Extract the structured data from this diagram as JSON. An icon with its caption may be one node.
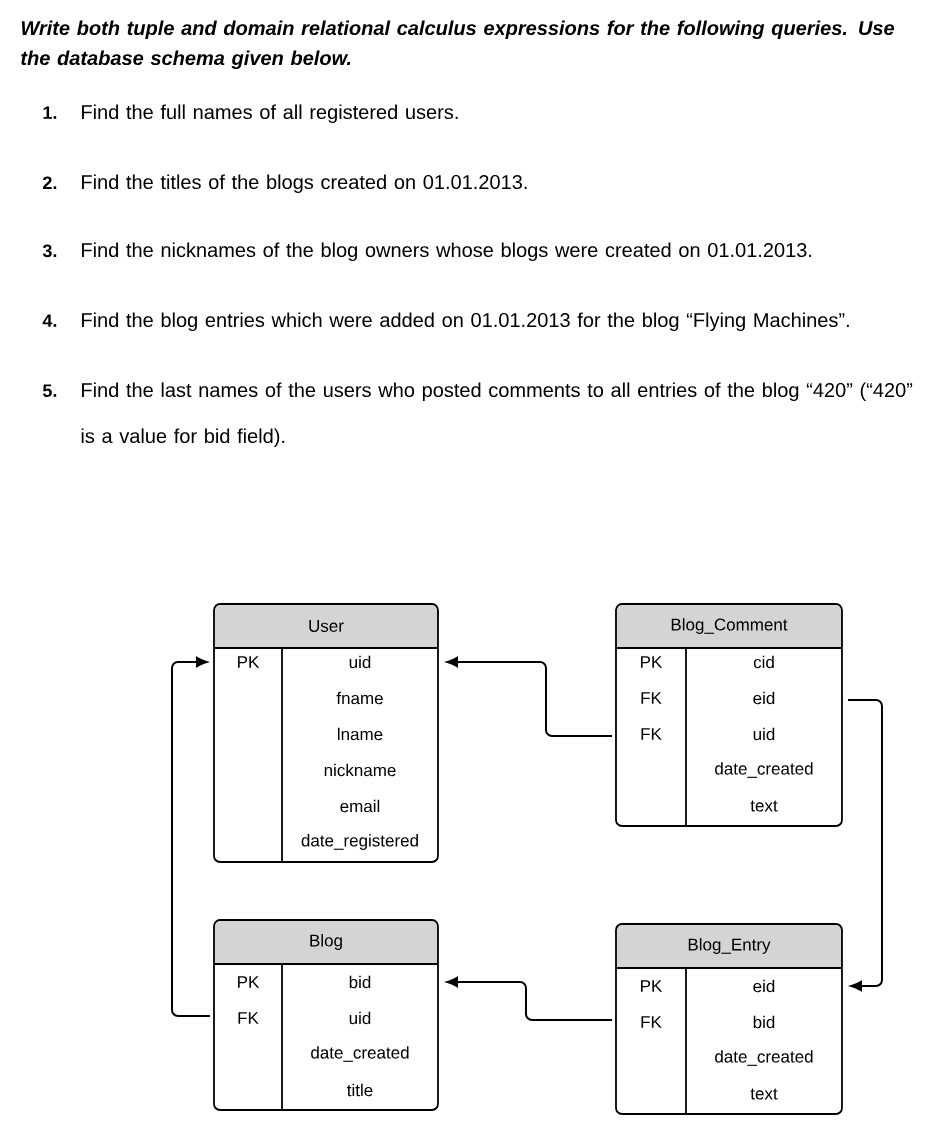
{
  "diagram": {
    "title": "Write both tuple and domain relational calculus expressions for the following queries. Use the database schema given below.",
    "nodes": [
      {
        "text": [
          "User"
        ]
      },
      {
        "text": [
          "PK",
          "uid"
        ],
        "in": 0
      },
      {
        "text": [
          "fname"
        ],
        "in": 0
      },
      {
        "text": [
          "lname"
        ],
        "in": 0
      },
      {
        "text": [
          "nickname"
        ],
        "in": 0
      },
      {
        "text": [
          "email"
        ],
        "in": 0
      },
      {
        "text": [
          "date_registered"
        ],
        "in": 0
      },
      {
        "text": [
          "Blog_Comment"
        ]
      },
      {
        "text": [
          "PK",
          "cid"
        ],
        "in": 7
      },
      {
        "text": [
          "FK",
          "eid"
        ],
        "in": 7
      },
      {
        "text": [
          "FK",
          "uid"
        ],
        "in": 7
      },
      {
        "text": [
          "date_created"
        ],
        "in": 7
      },
      {
        "text": [
          "text"
        ],
        "in": 7
      },
      {
        "text": [
          "Blog"
        ]
      },
      {
        "text": [
          "PK",
          "bid"
        ],
        "in": 13
      },
      {
        "text": [
          "FK",
          "uid"
        ],
        "in": 13
      },
      {
        "text": [
          "date_created"
        ],
        "in": 13
      },
      {
        "text": [
          "title"
        ],
        "in": 13
      },
      {
        "text": [
          "Blog_Entry"
        ]
      },
      {
        "text": [
          "PK",
          "eid"
        ],
        "in": 18
      },
      {
        "text": [
          "FK",
          "bid"
        ],
        "in": 18
      },
      {
        "text": [
          "date_created"
        ],
        "in": 18
      },
      {
        "text": [
          "text"
        ],
        "in": 18
      }
    ],
    "edges": [
      {
        "from": 7,
        "to": 0,
        "arrow": "to"
      },
      {
        "from": 7,
        "to": 18,
        "arrow": "to"
      },
      {
        "from": 18,
        "to": 13,
        "arrow": "to"
      },
      {
        "from": 13,
        "to": 0,
        "arrow": "to"
      }
    ],
    "labels": [
      "1.",
      "Find the full names of all registered users.",
      "2.",
      "Find the titles of the blogs created on 01.01.2013.",
      "3.",
      "Find the nicknames of the blog owners whose blogs were created on 01.01.2013.",
      "4.",
      "Find the blog entries which were added on 01.01.2013 for the blog “Flying Machines”.",
      "5.",
      "Find the last names of the users who posted comments to all entries of the blog “420” (“420” is a value for bid field)."
    ]
  }
}
